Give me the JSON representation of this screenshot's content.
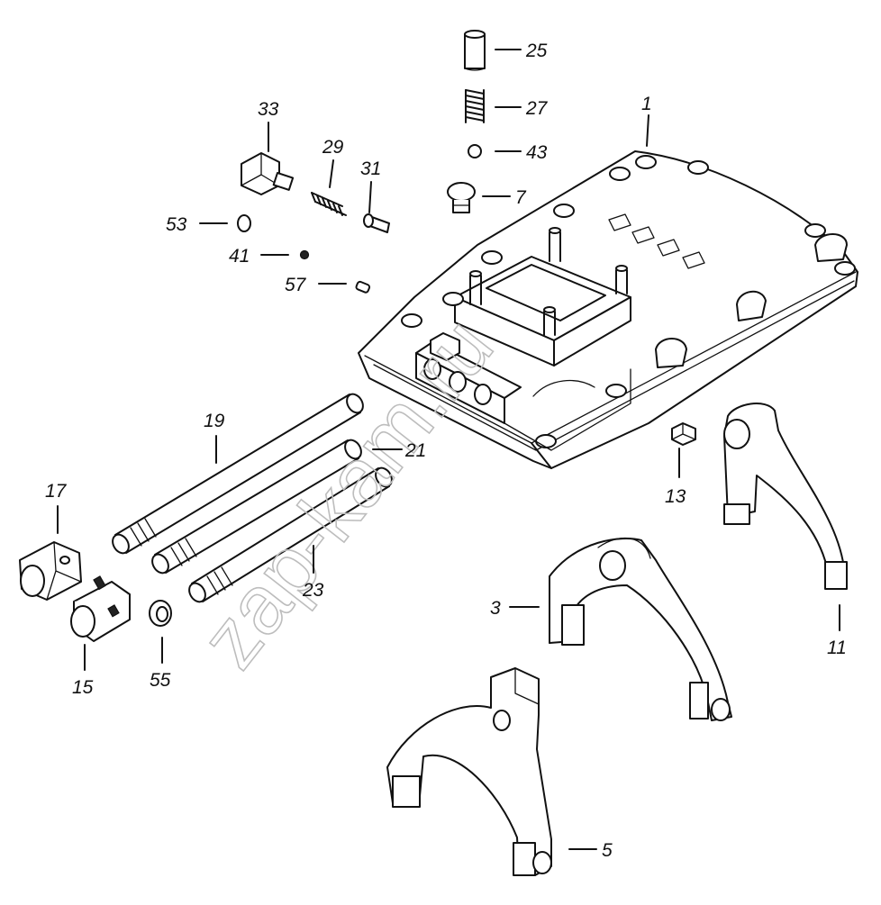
{
  "callouts": [
    {
      "id": "c1",
      "label": "1"
    },
    {
      "id": "c3",
      "label": "3"
    },
    {
      "id": "c5",
      "label": "5"
    },
    {
      "id": "c7",
      "label": "7"
    },
    {
      "id": "c11",
      "label": "11"
    },
    {
      "id": "c13",
      "label": "13"
    },
    {
      "id": "c15",
      "label": "15"
    },
    {
      "id": "c17",
      "label": "17"
    },
    {
      "id": "c19",
      "label": "19"
    },
    {
      "id": "c21",
      "label": "21"
    },
    {
      "id": "c23",
      "label": "23"
    },
    {
      "id": "c25",
      "label": "25"
    },
    {
      "id": "c27",
      "label": "27"
    },
    {
      "id": "c29",
      "label": "29"
    },
    {
      "id": "c31",
      "label": "31"
    },
    {
      "id": "c33",
      "label": "33"
    },
    {
      "id": "c41",
      "label": "41"
    },
    {
      "id": "c43",
      "label": "43"
    },
    {
      "id": "c53",
      "label": "53"
    },
    {
      "id": "c55",
      "label": "55"
    },
    {
      "id": "c57",
      "label": "57"
    }
  ],
  "watermark": {
    "text": "zap-kam.ru",
    "color": "#bdbdbd"
  },
  "colors": {
    "ink": "#111111",
    "background": "#ffffff"
  }
}
